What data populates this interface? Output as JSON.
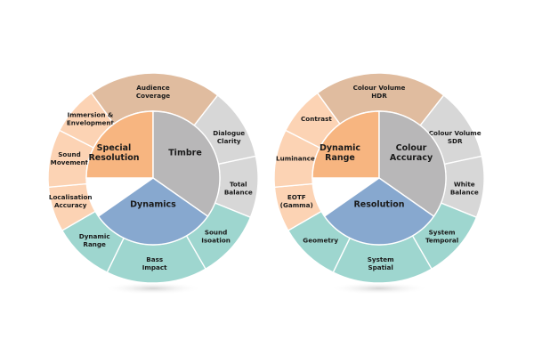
{
  "palette": {
    "orange_light": "#fcd3b4",
    "orange_dark": "#f7b580",
    "tan": "#e0bc9f",
    "grey_light": "#d7d7d7",
    "grey_dark": "#b8b7b8",
    "teal": "#9ed6cf",
    "blue": "#87a8cf",
    "shadow": "#dcdcdc"
  },
  "wheels": [
    {
      "id": "audio",
      "inner": [
        {
          "key": "special-resolution",
          "lines": [
            "Special",
            "Resolution"
          ],
          "color": "orange_dark"
        },
        {
          "key": "timbre",
          "lines": [
            "Timbre"
          ],
          "color": "grey_dark"
        },
        {
          "key": "dynamics",
          "lines": [
            "Dynamics"
          ],
          "color": "blue"
        }
      ],
      "outer": [
        {
          "key": "audience-coverage",
          "lines": [
            "Audience",
            "Coverage"
          ],
          "color": "tan"
        },
        {
          "key": "dialogue-clarity",
          "lines": [
            "Dialogue",
            "Clarity"
          ],
          "color": "grey_light"
        },
        {
          "key": "total-balance",
          "lines": [
            "Total",
            "Balance"
          ],
          "color": "grey_light"
        },
        {
          "key": "sound-isolation",
          "lines": [
            "Sound",
            "Isoation"
          ],
          "color": "teal"
        },
        {
          "key": "bass-impact",
          "lines": [
            "Bass",
            "Impact"
          ],
          "color": "teal"
        },
        {
          "key": "dynamic-range",
          "lines": [
            "Dynamic",
            "Range"
          ],
          "color": "teal"
        },
        {
          "key": "localisation-accuracy",
          "lines": [
            "Localisation",
            "Accuracy"
          ],
          "color": "orange_light"
        },
        {
          "key": "sound-movement",
          "lines": [
            "Sound",
            "Movement"
          ],
          "color": "orange_light"
        },
        {
          "key": "immersion-envelopment",
          "lines": [
            "Immersion &",
            "Envelopment"
          ],
          "color": "orange_light"
        }
      ]
    },
    {
      "id": "video",
      "inner": [
        {
          "key": "dynamic-range",
          "lines": [
            "Dynamic",
            "Range"
          ],
          "color": "orange_dark"
        },
        {
          "key": "colour-accuracy",
          "lines": [
            "Colour",
            "Accuracy"
          ],
          "color": "grey_dark"
        },
        {
          "key": "resolution",
          "lines": [
            "Resolution"
          ],
          "color": "blue"
        }
      ],
      "outer": [
        {
          "key": "colour-volume-hdr",
          "lines": [
            "Colour Volume",
            "HDR"
          ],
          "color": "tan"
        },
        {
          "key": "colour-volume-sdr",
          "lines": [
            "Colour Volume",
            "SDR"
          ],
          "color": "grey_light"
        },
        {
          "key": "white-balance",
          "lines": [
            "White",
            "Balance"
          ],
          "color": "grey_light"
        },
        {
          "key": "system-temporal",
          "lines": [
            "System",
            "Temporal"
          ],
          "color": "teal"
        },
        {
          "key": "system-spatial",
          "lines": [
            "System",
            "Spatial"
          ],
          "color": "teal"
        },
        {
          "key": "geometry",
          "lines": [
            "Geometry"
          ],
          "color": "teal"
        },
        {
          "key": "eotf-gamma",
          "lines": [
            "EOTF",
            "(Gamma)"
          ],
          "color": "orange_light"
        },
        {
          "key": "luminance",
          "lines": [
            "Luminance"
          ],
          "color": "orange_light"
        },
        {
          "key": "contrast",
          "lines": [
            "Contrast"
          ],
          "color": "orange_light"
        }
      ]
    }
  ]
}
